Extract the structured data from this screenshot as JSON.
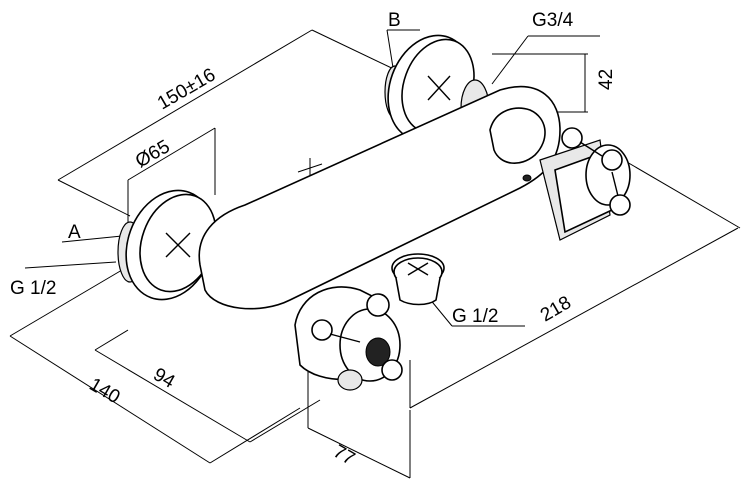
{
  "labels": {
    "b": "B",
    "g34": "G3/4",
    "dim_42": "42",
    "dim_150": "150±16",
    "dim_65": "Ø65",
    "a": "A",
    "g12_left": "G 1/2",
    "g12_right": "G 1/2",
    "dim_218": "218",
    "dim_140": "140",
    "dim_94": "94",
    "dim_77": "77"
  }
}
